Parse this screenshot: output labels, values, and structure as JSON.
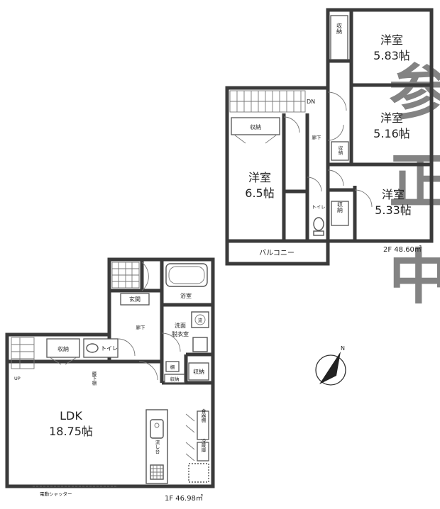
{
  "floor2": {
    "rooms": {
      "bed_a": {
        "name": "洋室",
        "size": "5.83帖"
      },
      "bed_b": {
        "name": "洋室",
        "size": "5.16帖"
      },
      "bed_c": {
        "name": "洋室",
        "size": "5.33帖"
      },
      "bed_main": {
        "name": "洋室",
        "size": "6.5帖"
      }
    },
    "storage": "収納",
    "hall": "廊下",
    "toilet": "トイレ",
    "balcony": "バルコニー",
    "stair_dn": "DN",
    "area": "2F 48.60㎡"
  },
  "floor1": {
    "ldk": {
      "name": "LDK",
      "size": "18.75帖"
    },
    "bath": "浴室",
    "entrance": "玄関",
    "hall": "廊下",
    "washroom": [
      "洗面",
      "脱衣室"
    ],
    "storage": "収納",
    "toilet": "トイレ",
    "shoe_box": "棚",
    "stair_up": "UP",
    "partition": "腰下棚",
    "sink": "流",
    "kitchen_storage_a": "食器棚",
    "kitchen_storage_b": "冷蔵庫",
    "kitchen_unit": "流し台",
    "shutter": "電動シャッター",
    "area": "1F 46.98㎡"
  },
  "compass": {
    "label": "N"
  },
  "watermark": {
    "chars": [
      "参",
      "正",
      "中"
    ]
  }
}
